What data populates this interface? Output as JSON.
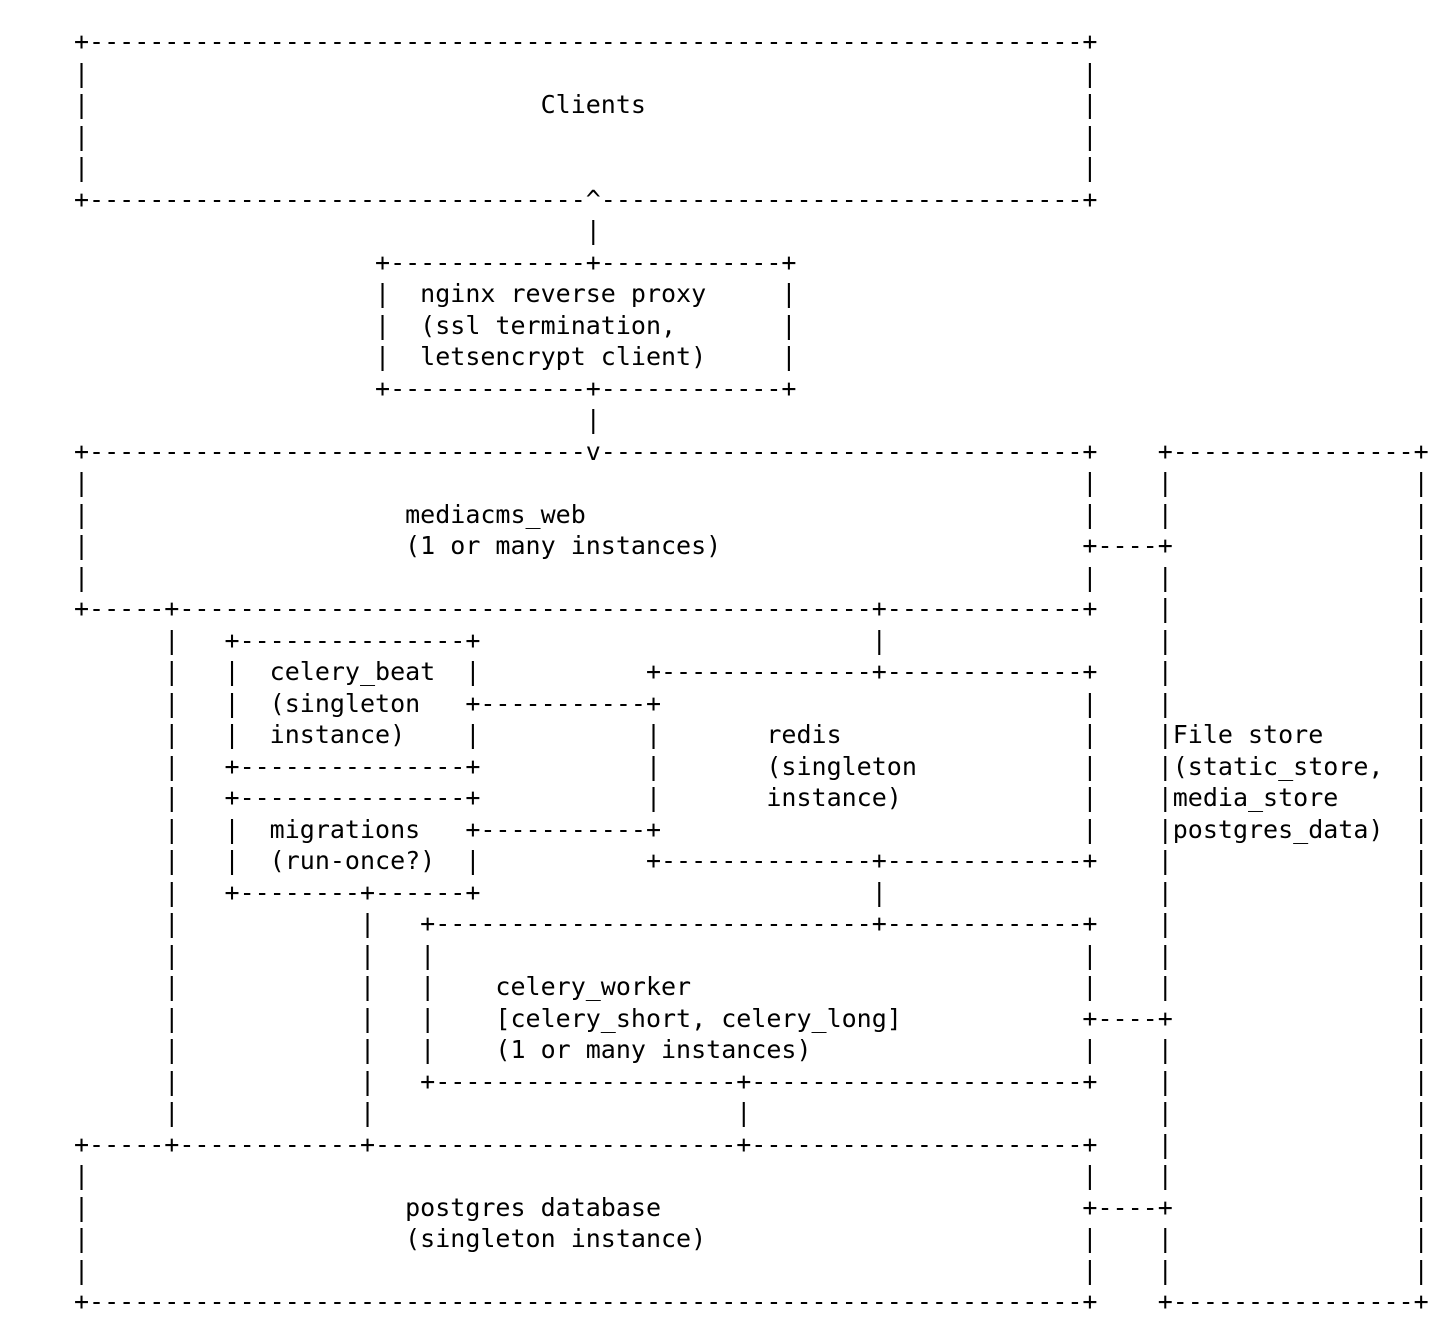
{
  "page": {
    "background_color": "#ffffff",
    "text_color": "#000000"
  },
  "diagram": {
    "type": "ascii-architecture",
    "nodes": [
      {
        "id": "clients",
        "label_lines": [
          "Clients"
        ]
      },
      {
        "id": "nginx-reverse-proxy",
        "label_lines": [
          "nginx reverse proxy",
          "(ssl termination,",
          "letsencrypt client)"
        ]
      },
      {
        "id": "mediacms-web",
        "label_lines": [
          "mediacms_web",
          "(1 or many instances)"
        ]
      },
      {
        "id": "celery-beat",
        "label_lines": [
          "celery_beat",
          "(singleton",
          "instance)"
        ]
      },
      {
        "id": "redis",
        "label_lines": [
          "redis",
          "(singleton",
          "instance)"
        ]
      },
      {
        "id": "migrations",
        "label_lines": [
          "migrations",
          "(run-once?)"
        ]
      },
      {
        "id": "celery-worker",
        "label_lines": [
          "celery_worker",
          "[celery_short, celery_long]",
          "(1 or many instances)"
        ]
      },
      {
        "id": "postgres-database",
        "label_lines": [
          "postgres database",
          "(singleton instance)"
        ]
      },
      {
        "id": "file-store",
        "label_lines": [
          "File store",
          "(static_store,",
          "media_store",
          "postgres_data)"
        ]
      }
    ],
    "grid": {
      "cols": 90,
      "rows": [
        [
          [
            0,
            "+"
          ],
          [
            1,
            "-",
            66
          ],
          [
            67,
            "+"
          ]
        ],
        [
          [
            0,
            "|"
          ],
          [
            67,
            "|"
          ]
        ],
        [
          [
            0,
            "|"
          ],
          [
            31,
            "Clients"
          ],
          [
            67,
            "|"
          ]
        ],
        [
          [
            0,
            "|"
          ],
          [
            67,
            "|"
          ]
        ],
        [
          [
            0,
            "|"
          ],
          [
            67,
            "|"
          ]
        ],
        [
          [
            0,
            "+"
          ],
          [
            1,
            "-",
            33
          ],
          [
            34,
            "^"
          ],
          [
            35,
            "-",
            32
          ],
          [
            67,
            "+"
          ]
        ],
        [
          [
            34,
            "|"
          ]
        ],
        [
          [
            20,
            "+"
          ],
          [
            21,
            "-",
            13
          ],
          [
            34,
            "+"
          ],
          [
            35,
            "-",
            12
          ],
          [
            47,
            "+"
          ]
        ],
        [
          [
            20,
            "|"
          ],
          [
            23,
            "nginx reverse proxy"
          ],
          [
            47,
            "|"
          ]
        ],
        [
          [
            20,
            "|"
          ],
          [
            23,
            "(ssl termination,"
          ],
          [
            47,
            "|"
          ]
        ],
        [
          [
            20,
            "|"
          ],
          [
            23,
            "letsencrypt client)"
          ],
          [
            47,
            "|"
          ]
        ],
        [
          [
            20,
            "+"
          ],
          [
            21,
            "-",
            13
          ],
          [
            34,
            "+"
          ],
          [
            35,
            "-",
            12
          ],
          [
            47,
            "+"
          ]
        ],
        [
          [
            34,
            "|"
          ]
        ],
        [
          [
            0,
            "+"
          ],
          [
            1,
            "-",
            33
          ],
          [
            34,
            "v"
          ],
          [
            35,
            "-",
            32
          ],
          [
            67,
            "+"
          ],
          [
            72,
            "+"
          ],
          [
            73,
            "-",
            16
          ],
          [
            89,
            "+"
          ]
        ],
        [
          [
            0,
            "|"
          ],
          [
            67,
            "|"
          ],
          [
            72,
            "|"
          ],
          [
            89,
            "|"
          ]
        ],
        [
          [
            0,
            "|"
          ],
          [
            22,
            "mediacms_web"
          ],
          [
            67,
            "|"
          ],
          [
            72,
            "|"
          ],
          [
            89,
            "|"
          ]
        ],
        [
          [
            0,
            "|"
          ],
          [
            22,
            "(1 or many instances)"
          ],
          [
            67,
            "+"
          ],
          [
            68,
            "-",
            4
          ],
          [
            72,
            "+"
          ],
          [
            89,
            "|"
          ]
        ],
        [
          [
            0,
            "|"
          ],
          [
            67,
            "|"
          ],
          [
            72,
            "|"
          ],
          [
            89,
            "|"
          ]
        ],
        [
          [
            0,
            "+"
          ],
          [
            1,
            "-",
            5
          ],
          [
            6,
            "+"
          ],
          [
            7,
            "-",
            46
          ],
          [
            53,
            "+"
          ],
          [
            54,
            "-",
            13
          ],
          [
            67,
            "+"
          ],
          [
            72,
            "|"
          ],
          [
            89,
            "|"
          ]
        ],
        [
          [
            6,
            "|"
          ],
          [
            10,
            "+"
          ],
          [
            11,
            "-",
            15
          ],
          [
            26,
            "+"
          ],
          [
            53,
            "|"
          ],
          [
            72,
            "|"
          ],
          [
            89,
            "|"
          ]
        ],
        [
          [
            6,
            "|"
          ],
          [
            10,
            "|"
          ],
          [
            13,
            "celery_beat"
          ],
          [
            26,
            "|"
          ],
          [
            38,
            "+"
          ],
          [
            39,
            "-",
            14
          ],
          [
            53,
            "+"
          ],
          [
            54,
            "-",
            13
          ],
          [
            67,
            "+"
          ],
          [
            72,
            "|"
          ],
          [
            89,
            "|"
          ]
        ],
        [
          [
            6,
            "|"
          ],
          [
            10,
            "|"
          ],
          [
            13,
            "(singleton"
          ],
          [
            26,
            "+"
          ],
          [
            27,
            "-",
            11
          ],
          [
            38,
            "+"
          ],
          [
            67,
            "|"
          ],
          [
            72,
            "|"
          ],
          [
            89,
            "|"
          ]
        ],
        [
          [
            6,
            "|"
          ],
          [
            10,
            "|"
          ],
          [
            13,
            "instance)"
          ],
          [
            26,
            "|"
          ],
          [
            38,
            "|"
          ],
          [
            46,
            "redis"
          ],
          [
            67,
            "|"
          ],
          [
            72,
            "|"
          ],
          [
            73,
            "File store"
          ],
          [
            89,
            "|"
          ]
        ],
        [
          [
            6,
            "|"
          ],
          [
            10,
            "+"
          ],
          [
            11,
            "-",
            15
          ],
          [
            26,
            "+"
          ],
          [
            38,
            "|"
          ],
          [
            46,
            "(singleton"
          ],
          [
            67,
            "|"
          ],
          [
            72,
            "|"
          ],
          [
            73,
            "(static_store,"
          ],
          [
            89,
            "|"
          ]
        ],
        [
          [
            6,
            "|"
          ],
          [
            10,
            "+"
          ],
          [
            11,
            "-",
            15
          ],
          [
            26,
            "+"
          ],
          [
            38,
            "|"
          ],
          [
            46,
            "instance)"
          ],
          [
            67,
            "|"
          ],
          [
            72,
            "|"
          ],
          [
            73,
            "media_store"
          ],
          [
            89,
            "|"
          ]
        ],
        [
          [
            6,
            "|"
          ],
          [
            10,
            "|"
          ],
          [
            13,
            "migrations"
          ],
          [
            26,
            "+"
          ],
          [
            27,
            "-",
            11
          ],
          [
            38,
            "+"
          ],
          [
            67,
            "|"
          ],
          [
            72,
            "|"
          ],
          [
            73,
            "postgres_data)"
          ],
          [
            89,
            "|"
          ]
        ],
        [
          [
            6,
            "|"
          ],
          [
            10,
            "|"
          ],
          [
            13,
            "(run-once?)"
          ],
          [
            26,
            "|"
          ],
          [
            38,
            "+"
          ],
          [
            39,
            "-",
            14
          ],
          [
            53,
            "+"
          ],
          [
            54,
            "-",
            13
          ],
          [
            67,
            "+"
          ],
          [
            72,
            "|"
          ],
          [
            89,
            "|"
          ]
        ],
        [
          [
            6,
            "|"
          ],
          [
            10,
            "+"
          ],
          [
            11,
            "-",
            8
          ],
          [
            19,
            "+"
          ],
          [
            20,
            "-",
            6
          ],
          [
            26,
            "+"
          ],
          [
            53,
            "|"
          ],
          [
            72,
            "|"
          ],
          [
            89,
            "|"
          ]
        ],
        [
          [
            6,
            "|"
          ],
          [
            19,
            "|"
          ],
          [
            23,
            "+"
          ],
          [
            24,
            "-",
            29
          ],
          [
            53,
            "+"
          ],
          [
            54,
            "-",
            13
          ],
          [
            67,
            "+"
          ],
          [
            72,
            "|"
          ],
          [
            89,
            "|"
          ]
        ],
        [
          [
            6,
            "|"
          ],
          [
            19,
            "|"
          ],
          [
            23,
            "|"
          ],
          [
            67,
            "|"
          ],
          [
            72,
            "|"
          ],
          [
            89,
            "|"
          ]
        ],
        [
          [
            6,
            "|"
          ],
          [
            19,
            "|"
          ],
          [
            23,
            "|"
          ],
          [
            28,
            "celery_worker"
          ],
          [
            67,
            "|"
          ],
          [
            72,
            "|"
          ],
          [
            89,
            "|"
          ]
        ],
        [
          [
            6,
            "|"
          ],
          [
            19,
            "|"
          ],
          [
            23,
            "|"
          ],
          [
            28,
            "[celery_short, celery_long]"
          ],
          [
            67,
            "+"
          ],
          [
            68,
            "-",
            4
          ],
          [
            72,
            "+"
          ],
          [
            89,
            "|"
          ]
        ],
        [
          [
            6,
            "|"
          ],
          [
            19,
            "|"
          ],
          [
            23,
            "|"
          ],
          [
            28,
            "(1 or many instances)"
          ],
          [
            67,
            "|"
          ],
          [
            72,
            "|"
          ],
          [
            89,
            "|"
          ]
        ],
        [
          [
            6,
            "|"
          ],
          [
            19,
            "|"
          ],
          [
            23,
            "+"
          ],
          [
            24,
            "-",
            20
          ],
          [
            44,
            "+"
          ],
          [
            45,
            "-",
            22
          ],
          [
            67,
            "+"
          ],
          [
            72,
            "|"
          ],
          [
            89,
            "|"
          ]
        ],
        [
          [
            6,
            "|"
          ],
          [
            19,
            "|"
          ],
          [
            44,
            "|"
          ],
          [
            72,
            "|"
          ],
          [
            89,
            "|"
          ]
        ],
        [
          [
            0,
            "+"
          ],
          [
            1,
            "-",
            5
          ],
          [
            6,
            "+"
          ],
          [
            7,
            "-",
            12
          ],
          [
            19,
            "+"
          ],
          [
            20,
            "-",
            24
          ],
          [
            44,
            "+"
          ],
          [
            45,
            "-",
            22
          ],
          [
            67,
            "+"
          ],
          [
            72,
            "|"
          ],
          [
            89,
            "|"
          ]
        ],
        [
          [
            0,
            "|"
          ],
          [
            67,
            "|"
          ],
          [
            72,
            "|"
          ],
          [
            89,
            "|"
          ]
        ],
        [
          [
            0,
            "|"
          ],
          [
            22,
            "postgres database"
          ],
          [
            67,
            "+"
          ],
          [
            68,
            "-",
            4
          ],
          [
            72,
            "+"
          ],
          [
            89,
            "|"
          ]
        ],
        [
          [
            0,
            "|"
          ],
          [
            22,
            "(singleton instance)"
          ],
          [
            67,
            "|"
          ],
          [
            72,
            "|"
          ],
          [
            89,
            "|"
          ]
        ],
        [
          [
            0,
            "|"
          ],
          [
            67,
            "|"
          ],
          [
            72,
            "|"
          ],
          [
            89,
            "|"
          ]
        ],
        [
          [
            0,
            "+"
          ],
          [
            1,
            "-",
            66
          ],
          [
            67,
            "+"
          ],
          [
            72,
            "+"
          ],
          [
            73,
            "-",
            16
          ],
          [
            89,
            "+"
          ]
        ]
      ]
    }
  }
}
